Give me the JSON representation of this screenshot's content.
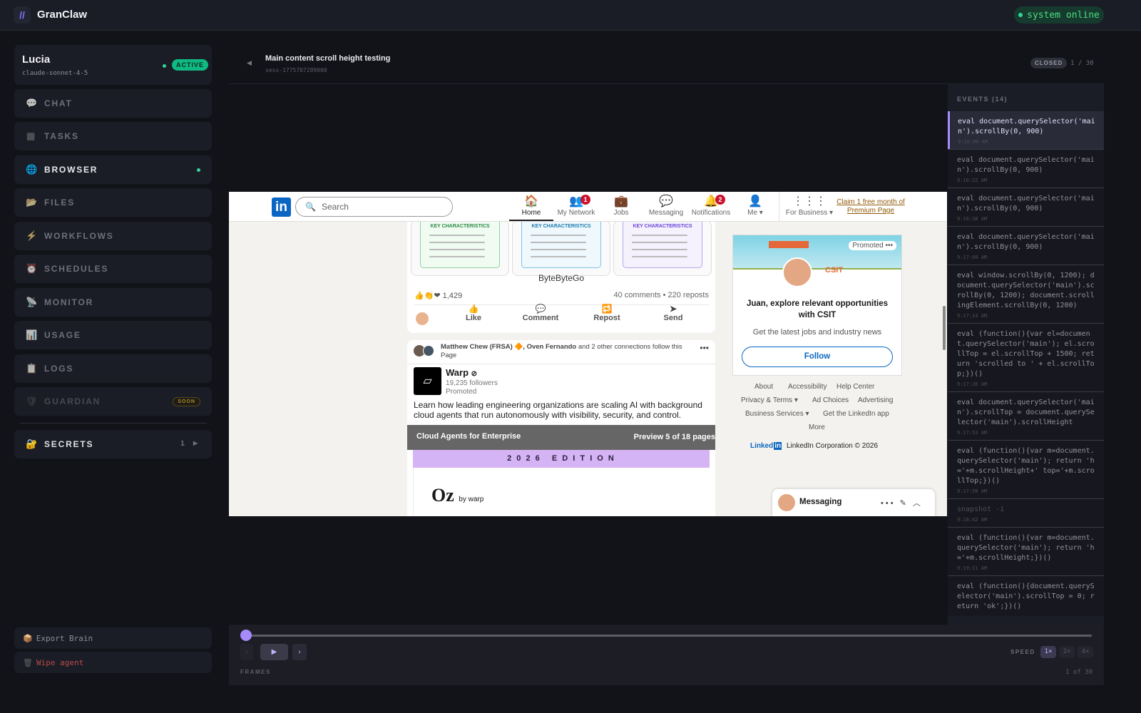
{
  "app": {
    "name": "GranClaw",
    "status": "system online"
  },
  "agent": {
    "name": "Lucia",
    "model": "claude-sonnet-4-5",
    "status": "ACTIVE"
  },
  "nav": [
    {
      "label": "CHAT",
      "icon": "💬"
    },
    {
      "label": "TASKS",
      "icon": "▦"
    },
    {
      "label": "BROWSER",
      "icon": "🌐"
    },
    {
      "label": "FILES",
      "icon": "📂"
    },
    {
      "label": "WORKFLOWS",
      "icon": "⚡"
    },
    {
      "label": "SCHEDULES",
      "icon": "⏰"
    },
    {
      "label": "MONITOR",
      "icon": "📡"
    },
    {
      "label": "USAGE",
      "icon": "📊"
    },
    {
      "label": "LOGS",
      "icon": "📋"
    },
    {
      "label": "GUARDIAN",
      "icon": "🛡",
      "badge": "SOON"
    }
  ],
  "secrets": {
    "label": "SECRETS",
    "icon": "🔐",
    "count": "1"
  },
  "footer": {
    "export": "Export Brain",
    "export_icon": "📦",
    "wipe": "Wipe agent",
    "wipe_icon": "🗑"
  },
  "session": {
    "title": "Main content scroll height testing",
    "id": "sess-1775707289000",
    "state": "CLOSED",
    "position": "1 / 30"
  },
  "events": {
    "header": "EVENTS (14)",
    "items": [
      {
        "cmd": "eval document.querySelector('main').scrollBy(0, 900)",
        "time": "9:16:09 AM"
      },
      {
        "cmd": "eval document.querySelector('main').scrollBy(0, 900)",
        "time": "9:16:22 AM"
      },
      {
        "cmd": "eval document.querySelector('main').scrollBy(0, 900)",
        "time": "9:16:38 AM"
      },
      {
        "cmd": "eval document.querySelector('main').scrollBy(0, 900)",
        "time": "9:17:00 AM"
      },
      {
        "cmd": "eval window.scrollBy(0, 1200); document.querySelector('main').scrollBy(0, 1200); document.scrollingElement.scrollBy(0, 1200)",
        "time": "9:17:14 AM"
      },
      {
        "cmd": "eval (function(){var el=document.querySelector('main'); el.scrollTop = el.scrollTop + 1500; return 'scrolled to ' + el.scrollTop;})()",
        "time": "9:17:26 AM"
      },
      {
        "cmd": "eval document.querySelector('main').scrollTop = document.querySelector('main').scrollHeight",
        "time": "9:17:53 AM"
      },
      {
        "cmd": "eval (function(){var m=document.querySelector('main'); return 'h='+m.scrollHeight+' top='+m.scrollTop;})()",
        "time": "9:17:58 AM"
      },
      {
        "cmd": "snapshot -i",
        "time": "9:18:42 AM"
      },
      {
        "cmd": "eval (function(){var m=document.querySelector('main'); return 'h='+m.scrollHeight;})()",
        "time": "9:19:11 AM"
      },
      {
        "cmd": "eval (function(){document.querySelector('main').scrollTop = 0; return 'ok';})()",
        "time": ""
      }
    ]
  },
  "player": {
    "progress": 0,
    "speed_label": "SPEED",
    "speeds": [
      "1×",
      "2×",
      "4×"
    ],
    "selected_speed": "1×",
    "frames_label": "FRAMES",
    "frame_count": "1 of 30",
    "prev": "‹",
    "play": "▶",
    "next": "›"
  },
  "linkedin": {
    "search_placeholder": "Search",
    "nav": [
      {
        "label": "Home",
        "icon": "🏠"
      },
      {
        "label": "My Network",
        "icon": "👥",
        "badge": "1"
      },
      {
        "label": "Jobs",
        "icon": "💼"
      },
      {
        "label": "Messaging",
        "icon": "💬"
      },
      {
        "label": "Notifications",
        "icon": "🔔",
        "badge": "2"
      },
      {
        "label": "Me ▾",
        "icon": "👤"
      },
      {
        "label": "For Business ▾",
        "icon": "⋮⋮⋮"
      }
    ],
    "premium": "Claim 1 free month of Premium Page",
    "post1": {
      "cards": [
        "KEY CHARACTERISTICS",
        "KEY CHARACTERISTICS",
        "KEY CHARACTERISTICS"
      ],
      "brand": "ByteByteGo",
      "reactions": "1,429",
      "stats": "40 comments • 220 reposts",
      "actions": [
        "Like",
        "Comment",
        "Repost",
        "Send"
      ]
    },
    "post2": {
      "social_bold1": "Matthew Chew (FRSA) 🔶,",
      "social_bold2": "Oven Fernando",
      "social_rest": "and 2 other connections follow this Page",
      "company": "Warp",
      "followers": "19,235 followers",
      "promoted": "Promoted",
      "text": "Learn how leading engineering organizations are scaling AI with background cloud agents that run autonomously with visibility, security, and control.",
      "doc_title": "Cloud Agents for Enterprise",
      "doc_preview": "Preview 5 of 18 pages",
      "edition": "2 0 2 6   E D I T I O N",
      "oz": "Oz",
      "oz_by": "by warp"
    },
    "ad": {
      "promoted": "Promoted •••",
      "company": "CSIT",
      "headline": "Juan, explore relevant opportunities with CSIT",
      "sub": "Get the latest jobs and industry news",
      "follow": "Follow"
    },
    "footer_links": [
      "About",
      "Accessibility",
      "Help Center",
      "Privacy & Terms ▾",
      "Ad Choices",
      "Advertising",
      "Business Services ▾",
      "Get the LinkedIn app",
      "More"
    ],
    "copyright": "LinkedIn Corporation © 2026",
    "copyright_logo": "Linked",
    "messaging": "Messaging"
  }
}
